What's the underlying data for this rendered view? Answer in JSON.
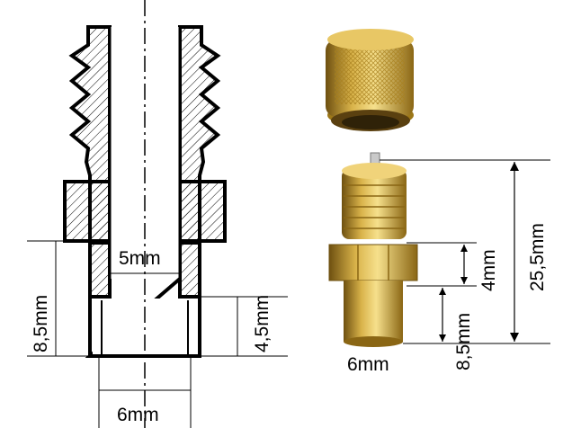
{
  "labels": {
    "inner_diameter": "5mm",
    "outer_diameter": "6mm",
    "left_height_total": "8,5mm",
    "left_height_tip": "4,5mm",
    "photo_diameter": "6mm",
    "photo_hex_length": "4mm",
    "photo_tip_length": "8,5mm",
    "photo_total_length": "25,5mm"
  },
  "colors": {
    "brass_light": "#f2d67a",
    "brass_mid": "#c9a23a",
    "brass_dark": "#7a5a12",
    "line": "#000000"
  }
}
